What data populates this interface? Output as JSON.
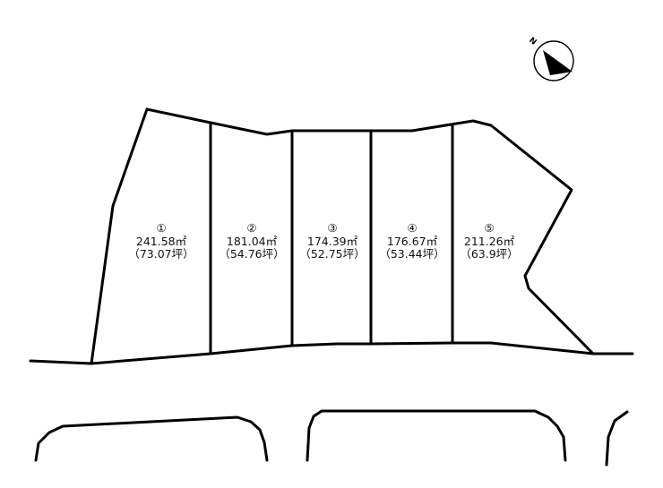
{
  "compass": {
    "north_label": "N",
    "icon": "north-arrow-icon"
  },
  "lots": [
    {
      "number": "①",
      "area_sqm": "241.58㎡",
      "area_tsubo": "（73.07坪）"
    },
    {
      "number": "②",
      "area_sqm": "181.04㎡",
      "area_tsubo": "（54.76坪）"
    },
    {
      "number": "③",
      "area_sqm": "174.39㎡",
      "area_tsubo": "（52.75坪）"
    },
    {
      "number": "④",
      "area_sqm": "176.67㎡",
      "area_tsubo": "（53.44坪）"
    },
    {
      "number": "⑤",
      "area_sqm": "211.26㎡",
      "area_tsubo": "（63.9坪）"
    }
  ]
}
